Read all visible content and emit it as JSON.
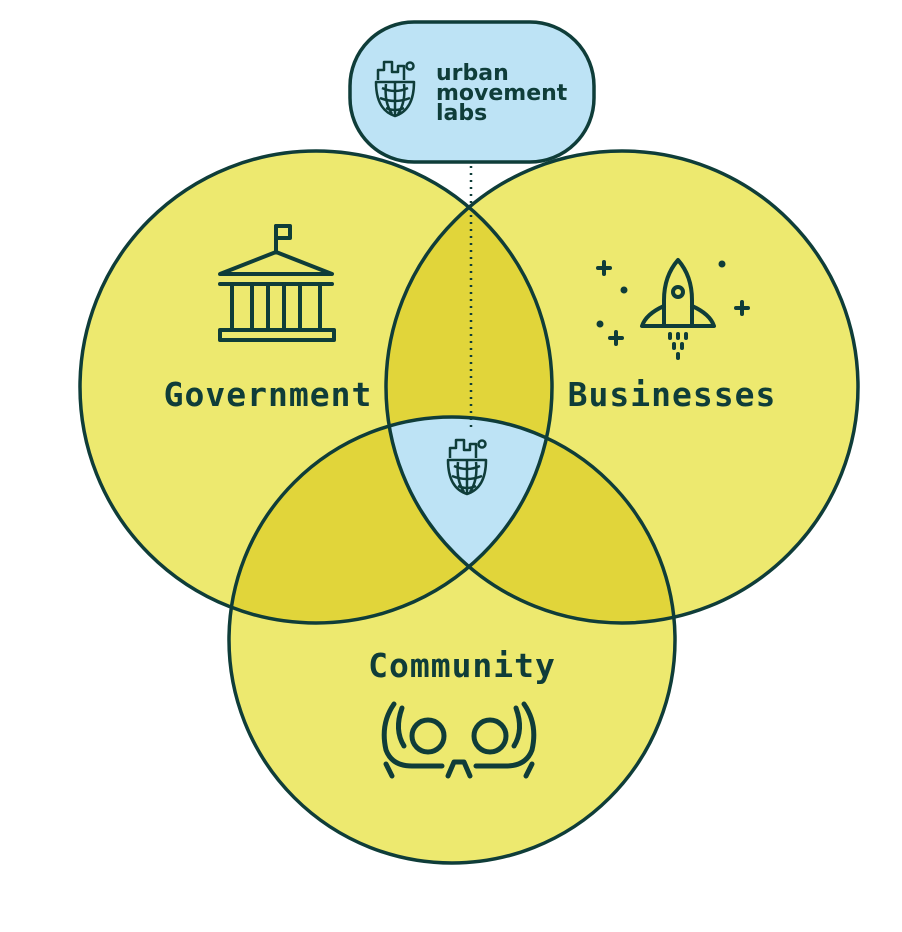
{
  "brand": {
    "lines": [
      "urban",
      "movement",
      "labs"
    ],
    "logo_icon": "city-globe-icon"
  },
  "circles": {
    "government": {
      "label": "Government",
      "icon": "government-building-icon"
    },
    "businesses": {
      "label": "Businesses",
      "icon": "rocket-icon"
    },
    "community": {
      "label": "Community",
      "icon": "hands-holding-heads-icon"
    }
  },
  "colors": {
    "circle_fill": "#ede96f",
    "overlap_fill": "#e1d53a",
    "center_fill": "#bde3f5",
    "outline": "#0f3d39",
    "background": "#ffffff"
  }
}
